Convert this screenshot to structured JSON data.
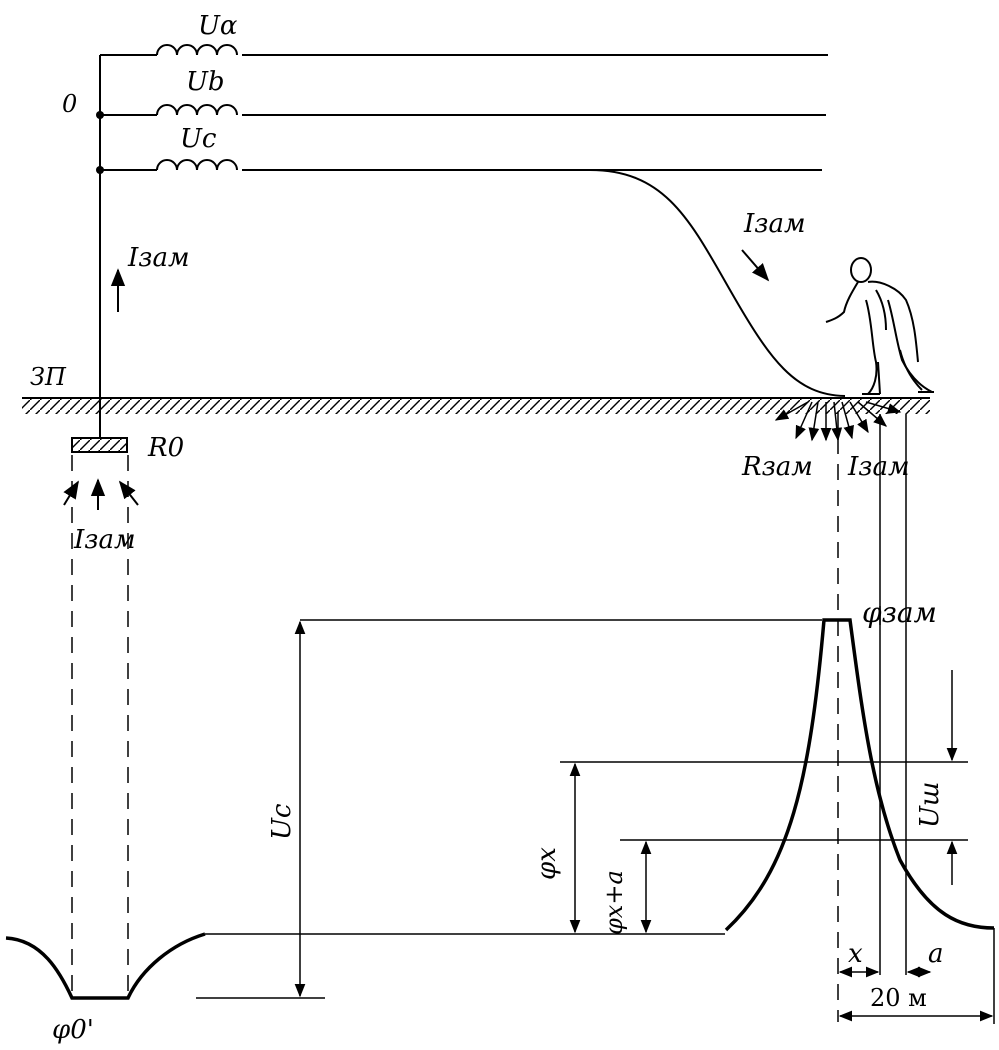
{
  "labels": {
    "ua": "Uα",
    "ub": "Ub",
    "uc": "Uc",
    "neutral": "0",
    "izam_source": "Iзам",
    "izam_wire": "Iзам",
    "zp": "ЗП",
    "r0": "R0",
    "izam_r0": "Iзам",
    "rzam": "Rзам",
    "izam_fault": "Iзам",
    "phi_zam": "φзам",
    "uc_vertical": "Uc",
    "phi_x": "φx",
    "phi_xa": "φx+a",
    "u_sh": "Uш",
    "phi_0": "φ0'",
    "x": "x",
    "a": "a",
    "dist_20": "20 м"
  }
}
